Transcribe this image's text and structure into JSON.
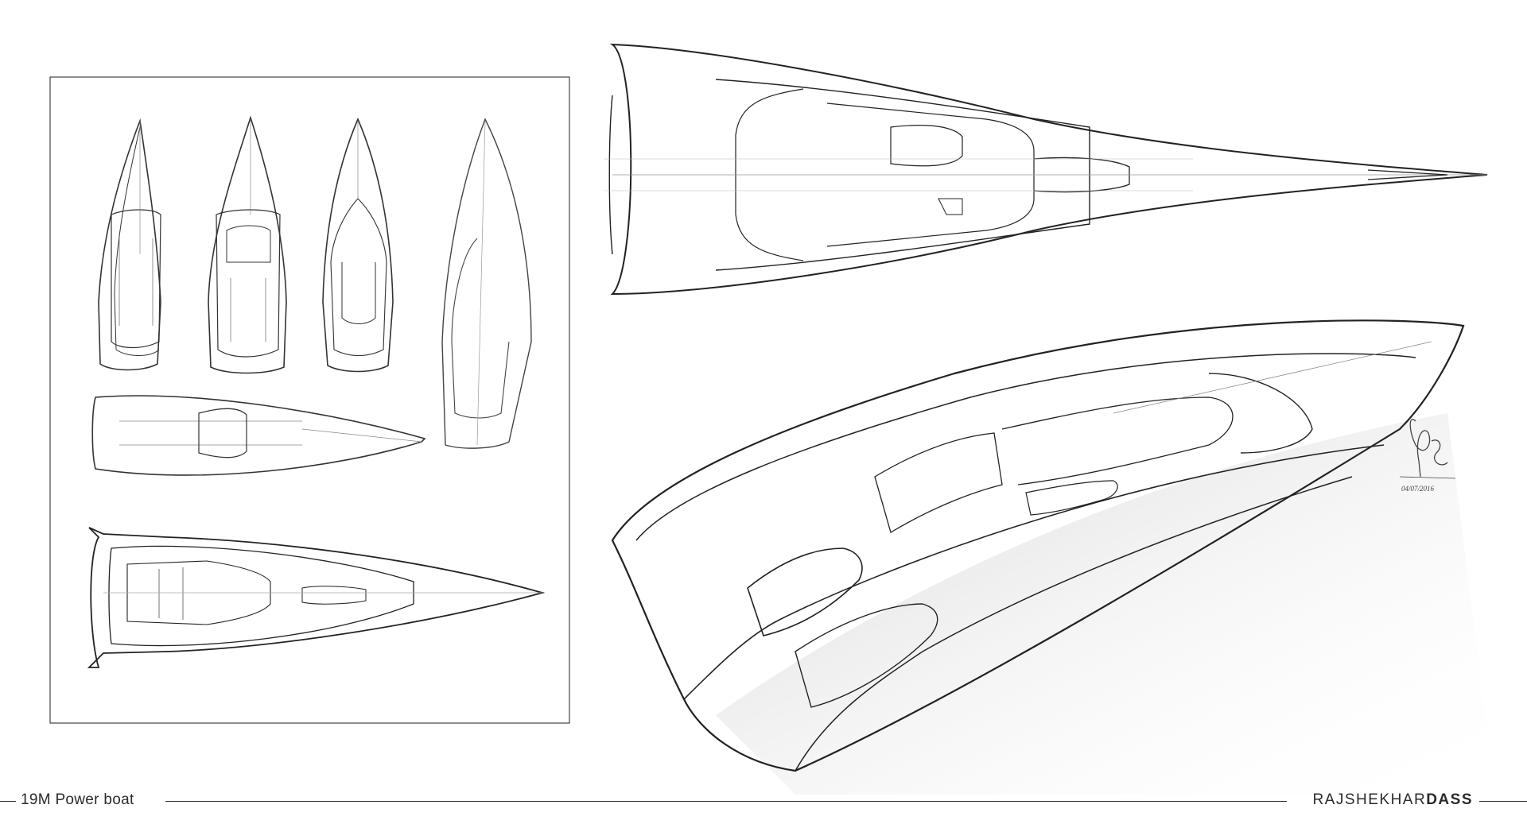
{
  "project": {
    "title": "19M Power boat"
  },
  "author": {
    "first": "RAJSHEKHAR",
    "last": "DASS"
  },
  "signature": {
    "date": "04/07/2016"
  },
  "colors": {
    "paper": "#ffffff",
    "ink": "#333333",
    "light_ink": "#9a9a9a"
  },
  "views": [
    "thumbnail-top-view-1",
    "thumbnail-top-view-2",
    "thumbnail-top-view-3",
    "thumbnail-side-profile",
    "thumbnail-top-view-horizontal",
    "thumbnail-top-view-detailed",
    "main-top-view",
    "main-perspective-view"
  ]
}
